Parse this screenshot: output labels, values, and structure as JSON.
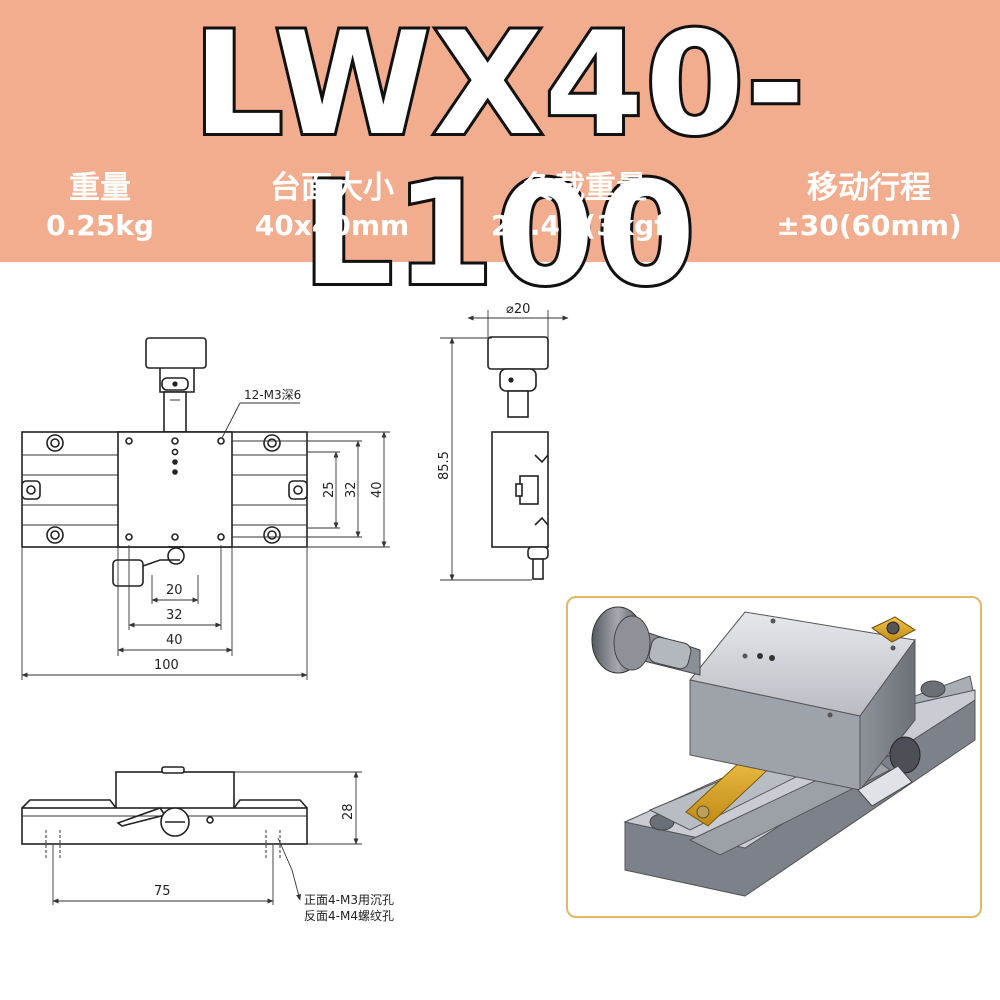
{
  "banner": {
    "model": "LWX40-L100",
    "specs": [
      {
        "label": "重量",
        "value": "0.25kg"
      },
      {
        "label": "台面大小",
        "value": "40x40mm"
      },
      {
        "label": "负载重量",
        "value": "29.4N(3kgf)"
      },
      {
        "label": "移动行程",
        "value": "±30(60mm)"
      }
    ]
  },
  "drawing": {
    "top_view": {
      "hole_note": "12-M3深6",
      "dims": {
        "d20": "20",
        "d32": "32",
        "d40": "40",
        "d100": "100",
        "v25": "25",
        "v32": "32",
        "v40": "40"
      }
    },
    "side_view": {
      "diameter": "⌀20",
      "height": "85.5"
    },
    "front_view": {
      "dims": {
        "d75": "75",
        "h28": "28"
      },
      "hole_note_top": "正面4-M3用沉孔",
      "hole_note_bottom": "反面4-M4螺纹孔"
    }
  },
  "colors": {
    "banner": "#f2ad8e",
    "frame": "#e2b866",
    "metal": "#9a9ea6",
    "brass": "#d8a623"
  }
}
